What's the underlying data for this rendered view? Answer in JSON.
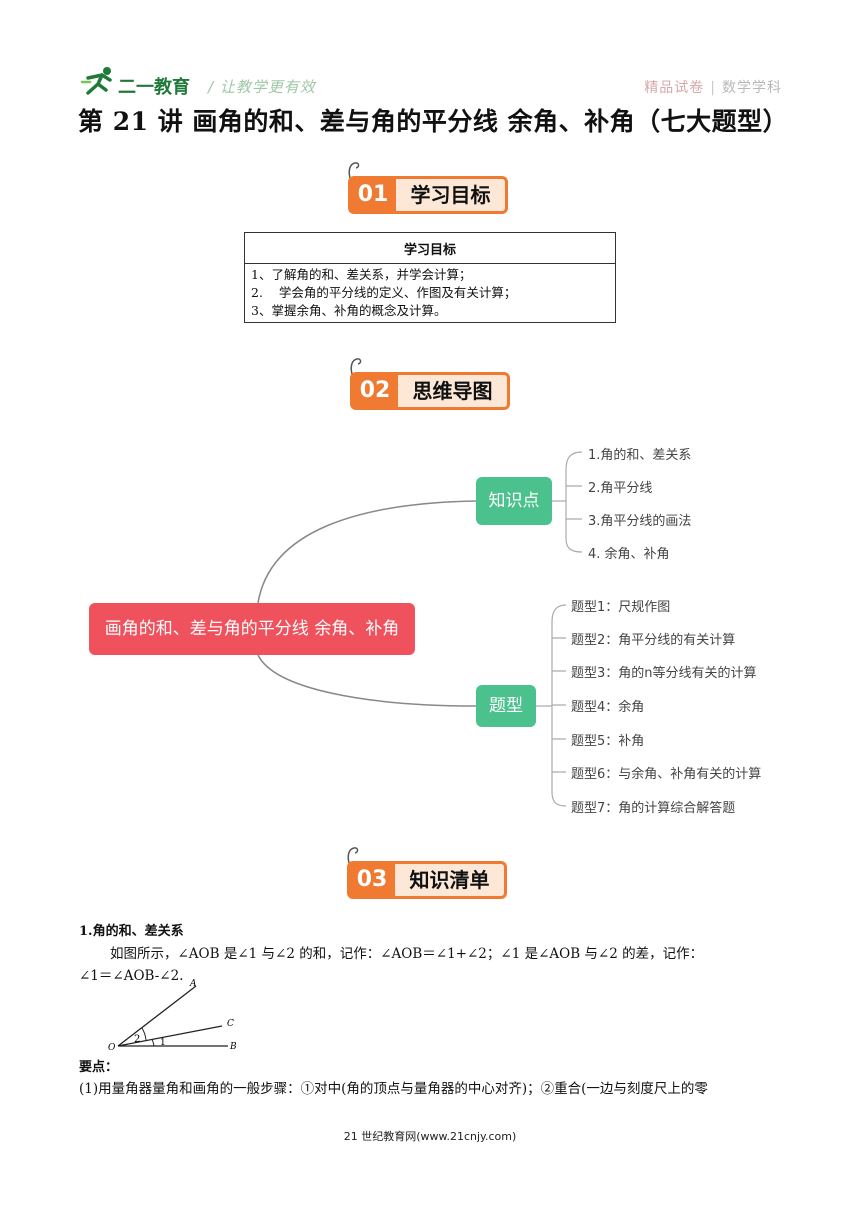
{
  "header": {
    "brand": "二一教育",
    "slogan": "/ 让教学更有效",
    "tag_left": "精品试卷",
    "tag_sep": "|",
    "tag_right": "数学学科"
  },
  "title": "第 21 讲  画角的和、差与角的平分线  余角、补角（七大题型）",
  "banners": [
    {
      "num": "01",
      "label": "学习目标"
    },
    {
      "num": "02",
      "label": "思维导图"
    },
    {
      "num": "03",
      "label": "知识清单"
    }
  ],
  "objectives": {
    "header": "学习目标",
    "items": [
      "1、了解角的和、差关系，并学会计算；",
      "2.    学会角的平分线的定义、作图及有关计算；",
      "3、掌握余角、补角的概念及计算。"
    ]
  },
  "mindmap": {
    "root": "画角的和、差与角的平分线 余角、补角",
    "knowledge": {
      "label": "知识点",
      "items": [
        "1.角的和、差关系",
        "2.角平分线",
        "3.角平分线的画法",
        "4. 余角、补角"
      ]
    },
    "types": {
      "label": "题型",
      "items": [
        "题型1：尺规作图",
        "题型2：角平分线的有关计算",
        "题型3：角的n等分线有关的计算",
        "题型4：余角",
        "题型5：补角",
        "题型6：与余角、补角有关的计算",
        "题型7：角的计算综合解答题"
      ]
    }
  },
  "section1": {
    "heading": "1.角的和、差关系",
    "para1": "如图所示，∠AOB 是∠1 与∠2 的和，记作：∠AOB＝∠1+∠2；∠1 是∠AOB 与∠2 的差，记作：",
    "para2": "∠1＝∠AOB-∠2.",
    "figure_labels": {
      "A": "A",
      "B": "B",
      "C": "C",
      "O": "O",
      "one": "1",
      "two": "2"
    }
  },
  "points": {
    "heading": "要点：",
    "p1": "(1)用量角器量角和画角的一般步骤：①对中(角的顶点与量角器的中心对齐)；②重合(一边与刻度尺上的零"
  },
  "footer": "21 世纪教育网(www.21cnjy.com)",
  "colors": {
    "accent": "#f07a31",
    "root": "#f0525d",
    "node": "#4bc18d",
    "brand": "#1f7a3a"
  }
}
